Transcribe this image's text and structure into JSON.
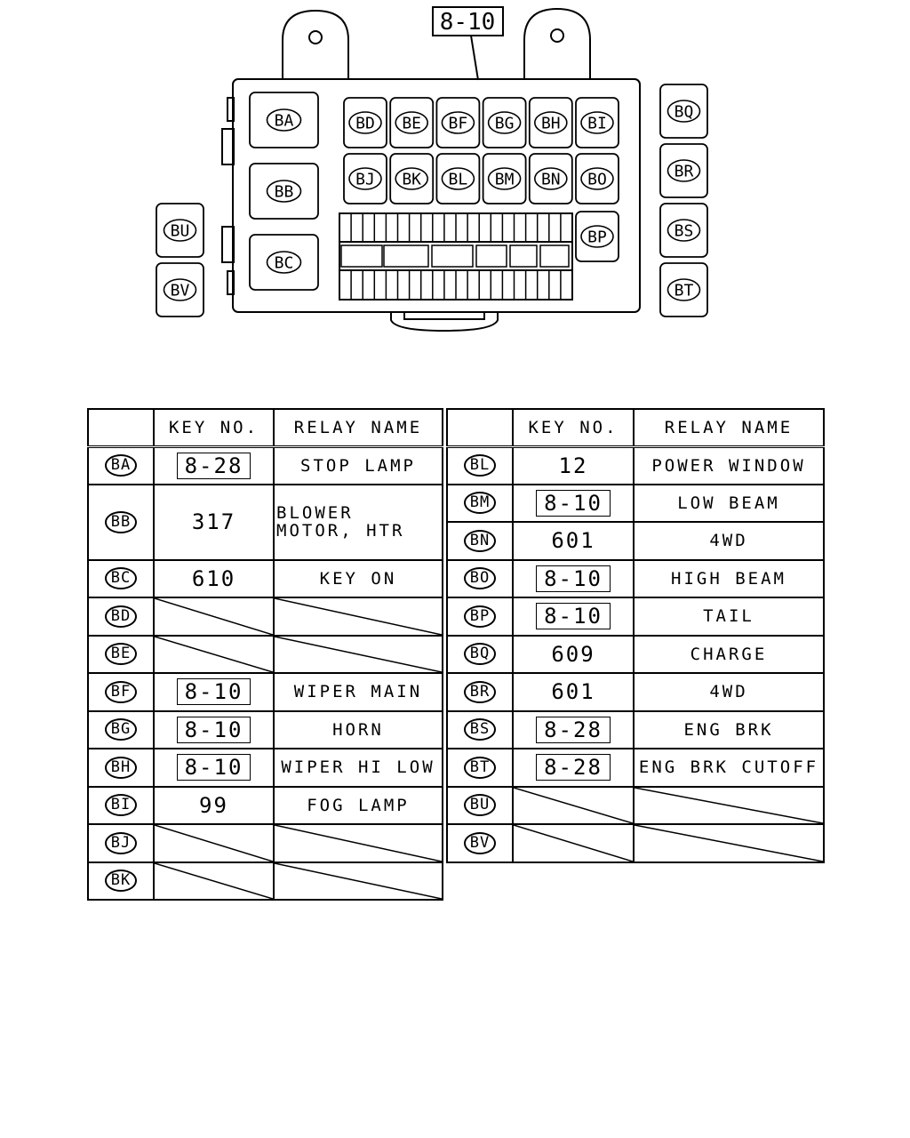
{
  "callout": "8-10",
  "box": {
    "left_column": [
      "BA",
      "BB",
      "BC"
    ],
    "top_row": [
      "BD",
      "BE",
      "BF",
      "BG",
      "BH",
      "BI"
    ],
    "second_row": [
      "BJ",
      "BK",
      "BL",
      "BM",
      "BN",
      "BO"
    ],
    "right_inner": "BP",
    "outer_right": [
      "BQ",
      "BR",
      "BS",
      "BT"
    ],
    "outer_left": [
      "BU",
      "BV"
    ]
  },
  "table_headers": {
    "key": "KEY NO.",
    "relay": "RELAY NAME"
  },
  "left_table": [
    {
      "code": "BA",
      "key": "8-28",
      "boxed": true,
      "relay": "STOP LAMP"
    },
    {
      "code": "BB",
      "key": "317",
      "boxed": false,
      "relay": "BLOWER MOTOR, HTR",
      "tall": true
    },
    {
      "code": "BC",
      "key": "610",
      "boxed": false,
      "relay": "KEY ON"
    },
    {
      "code": "BD",
      "key": "",
      "boxed": false,
      "relay": "",
      "blank": true
    },
    {
      "code": "BE",
      "key": "",
      "boxed": false,
      "relay": "",
      "blank": true
    },
    {
      "code": "BF",
      "key": "8-10",
      "boxed": true,
      "relay": "WIPER MAIN"
    },
    {
      "code": "BG",
      "key": "8-10",
      "boxed": true,
      "relay": "HORN"
    },
    {
      "code": "BH",
      "key": "8-10",
      "boxed": true,
      "relay": "WIPER HI LOW"
    },
    {
      "code": "BI",
      "key": "99",
      "boxed": false,
      "relay": "FOG LAMP"
    },
    {
      "code": "BJ",
      "key": "",
      "boxed": false,
      "relay": "",
      "blank": true
    },
    {
      "code": "BK",
      "key": "",
      "boxed": false,
      "relay": "",
      "blank": true
    }
  ],
  "right_table": [
    {
      "code": "BL",
      "key": "12",
      "boxed": false,
      "relay": "POWER WINDOW"
    },
    {
      "code": "BM",
      "key": "8-10",
      "boxed": true,
      "relay": "LOW BEAM"
    },
    {
      "code": "BN",
      "key": "601",
      "boxed": false,
      "relay": "4WD"
    },
    {
      "code": "BO",
      "key": "8-10",
      "boxed": true,
      "relay": "HIGH BEAM"
    },
    {
      "code": "BP",
      "key": "8-10",
      "boxed": true,
      "relay": "TAIL"
    },
    {
      "code": "BQ",
      "key": "609",
      "boxed": false,
      "relay": "CHARGE"
    },
    {
      "code": "BR",
      "key": "601",
      "boxed": false,
      "relay": "4WD"
    },
    {
      "code": "BS",
      "key": "8-28",
      "boxed": true,
      "relay": "ENG BRK"
    },
    {
      "code": "BT",
      "key": "8-28",
      "boxed": true,
      "relay": "ENG BRK CUTOFF"
    },
    {
      "code": "BU",
      "key": "",
      "boxed": false,
      "relay": "",
      "blank": true
    },
    {
      "code": "BV",
      "key": "",
      "boxed": false,
      "relay": "",
      "blank": true
    }
  ]
}
